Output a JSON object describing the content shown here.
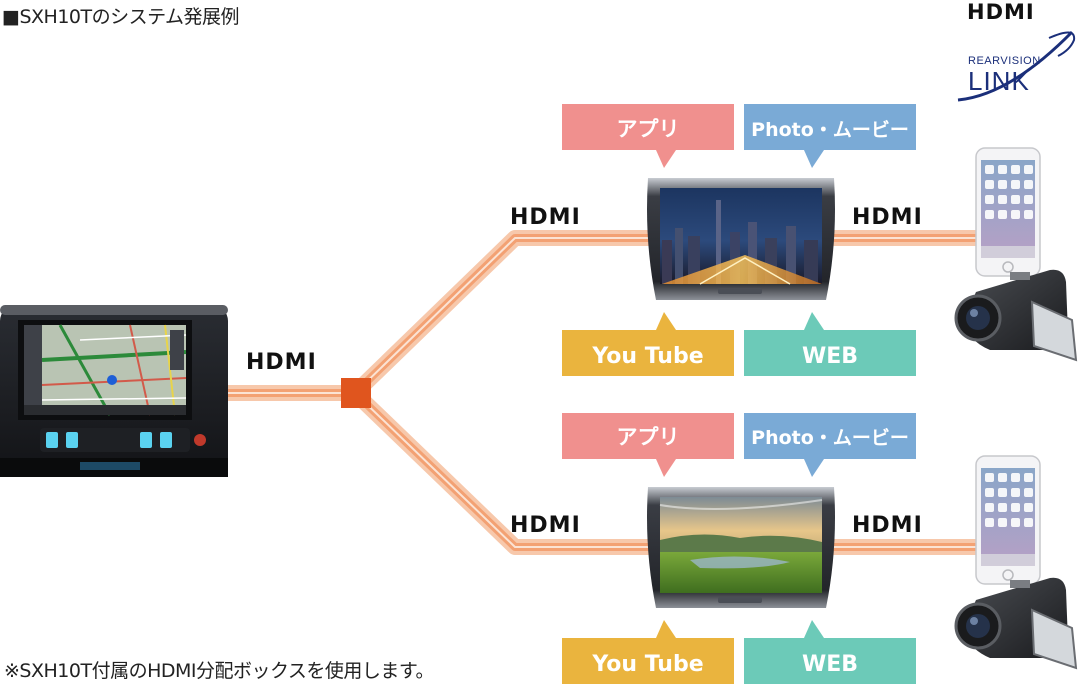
{
  "title": "■SXH10Tのシステム発展例",
  "footnote": "※SXH10T付属のHDMI分配ボックスを使用します。",
  "logos": {
    "hdmi": "HDMI",
    "rearvision_small": "REARVISION",
    "rearvision_big": "LINK"
  },
  "connections": {
    "main_to_box": "HDMI",
    "box_to_upper_monitor": "HDMI",
    "box_to_lower_monitor": "HDMI",
    "upper_monitor_to_devices": "HDMI",
    "lower_monitor_to_devices": "HDMI"
  },
  "features": {
    "app": "アプリ",
    "photo_movie": "Photo・ムービー",
    "youtube": "You Tube",
    "web": "WEB"
  },
  "colors": {
    "app": "#f0908e",
    "photo_movie": "#7aaad6",
    "youtube": "#eab43e",
    "web": "#6ccab8",
    "cable": "#f3a173",
    "splitter": "#e0551e"
  }
}
